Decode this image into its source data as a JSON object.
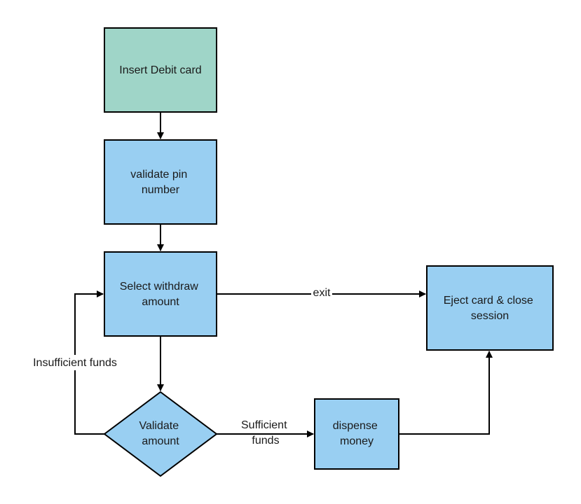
{
  "colors": {
    "start_fill": "#9fd5c8",
    "process_fill": "#99cff2",
    "stroke": "#000000",
    "background": "#ffffff"
  },
  "nodes": {
    "insert_card": {
      "line1": "Insert Debit card"
    },
    "validate_pin": {
      "line1": "validate pin",
      "line2": "number"
    },
    "select_amount": {
      "line1": "Select withdraw",
      "line2": "amount"
    },
    "validate_amount": {
      "line1": "Validate",
      "line2": "amount"
    },
    "dispense_money": {
      "line1": "dispense",
      "line2": "money"
    },
    "eject_card": {
      "line1": "Eject card & close",
      "line2": "session"
    }
  },
  "edges": {
    "exit": {
      "label": "exit"
    },
    "insufficient": {
      "label": "Insufficient funds"
    },
    "sufficient": {
      "line1": "Sufficient",
      "line2": "funds"
    }
  }
}
